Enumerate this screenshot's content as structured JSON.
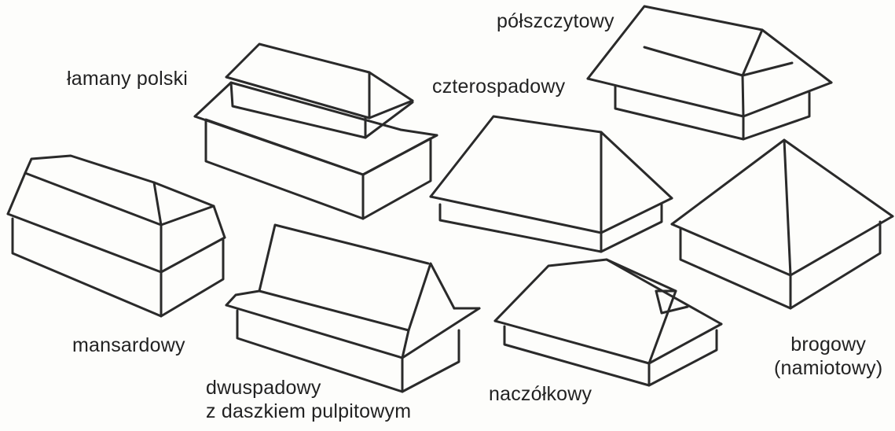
{
  "labels": {
    "lamany_polski": "łamany polski",
    "polszczytowy": "półszczytowy",
    "czterospadowy": "czterospadowy",
    "mansardowy": "mansardowy",
    "dwuspadowy_line1": "dwuspadowy",
    "dwuspadowy_line2": "z daszkiem pulpitowym",
    "naczolkowy": "naczółkowy",
    "brogowy_line1": "brogowy",
    "brogowy_line2": "(namiotowy)"
  },
  "colors": {
    "ink": "#2a2a2a",
    "paper": "#fdfdfb"
  }
}
